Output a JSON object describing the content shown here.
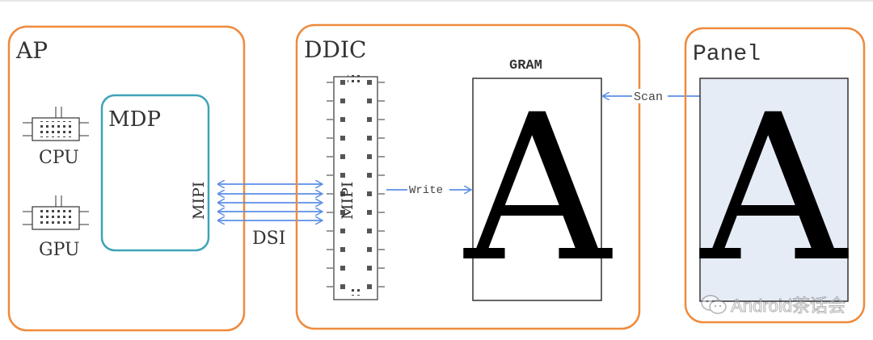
{
  "ap": {
    "title": "AP",
    "cpu_label": "CPU",
    "gpu_label": "GPU",
    "mdp_title": "MDP",
    "mipi_label": "MIPI"
  },
  "link": {
    "label": "DSI"
  },
  "ddic": {
    "title": "DDIC",
    "mipi_label": "MIPI",
    "gram_title": "GRAM",
    "gram_glyph": "A",
    "write_label": "Write"
  },
  "panel": {
    "title": "Panel",
    "glyph": "A",
    "scan_label": "Scan"
  },
  "watermark": {
    "text": "Android茶话会"
  },
  "colors": {
    "block_border": "#ef8a3c",
    "mdp_border": "#3fa3b8",
    "arrow": "#5b8ee6",
    "panel_fill": "#e6ecf6"
  }
}
